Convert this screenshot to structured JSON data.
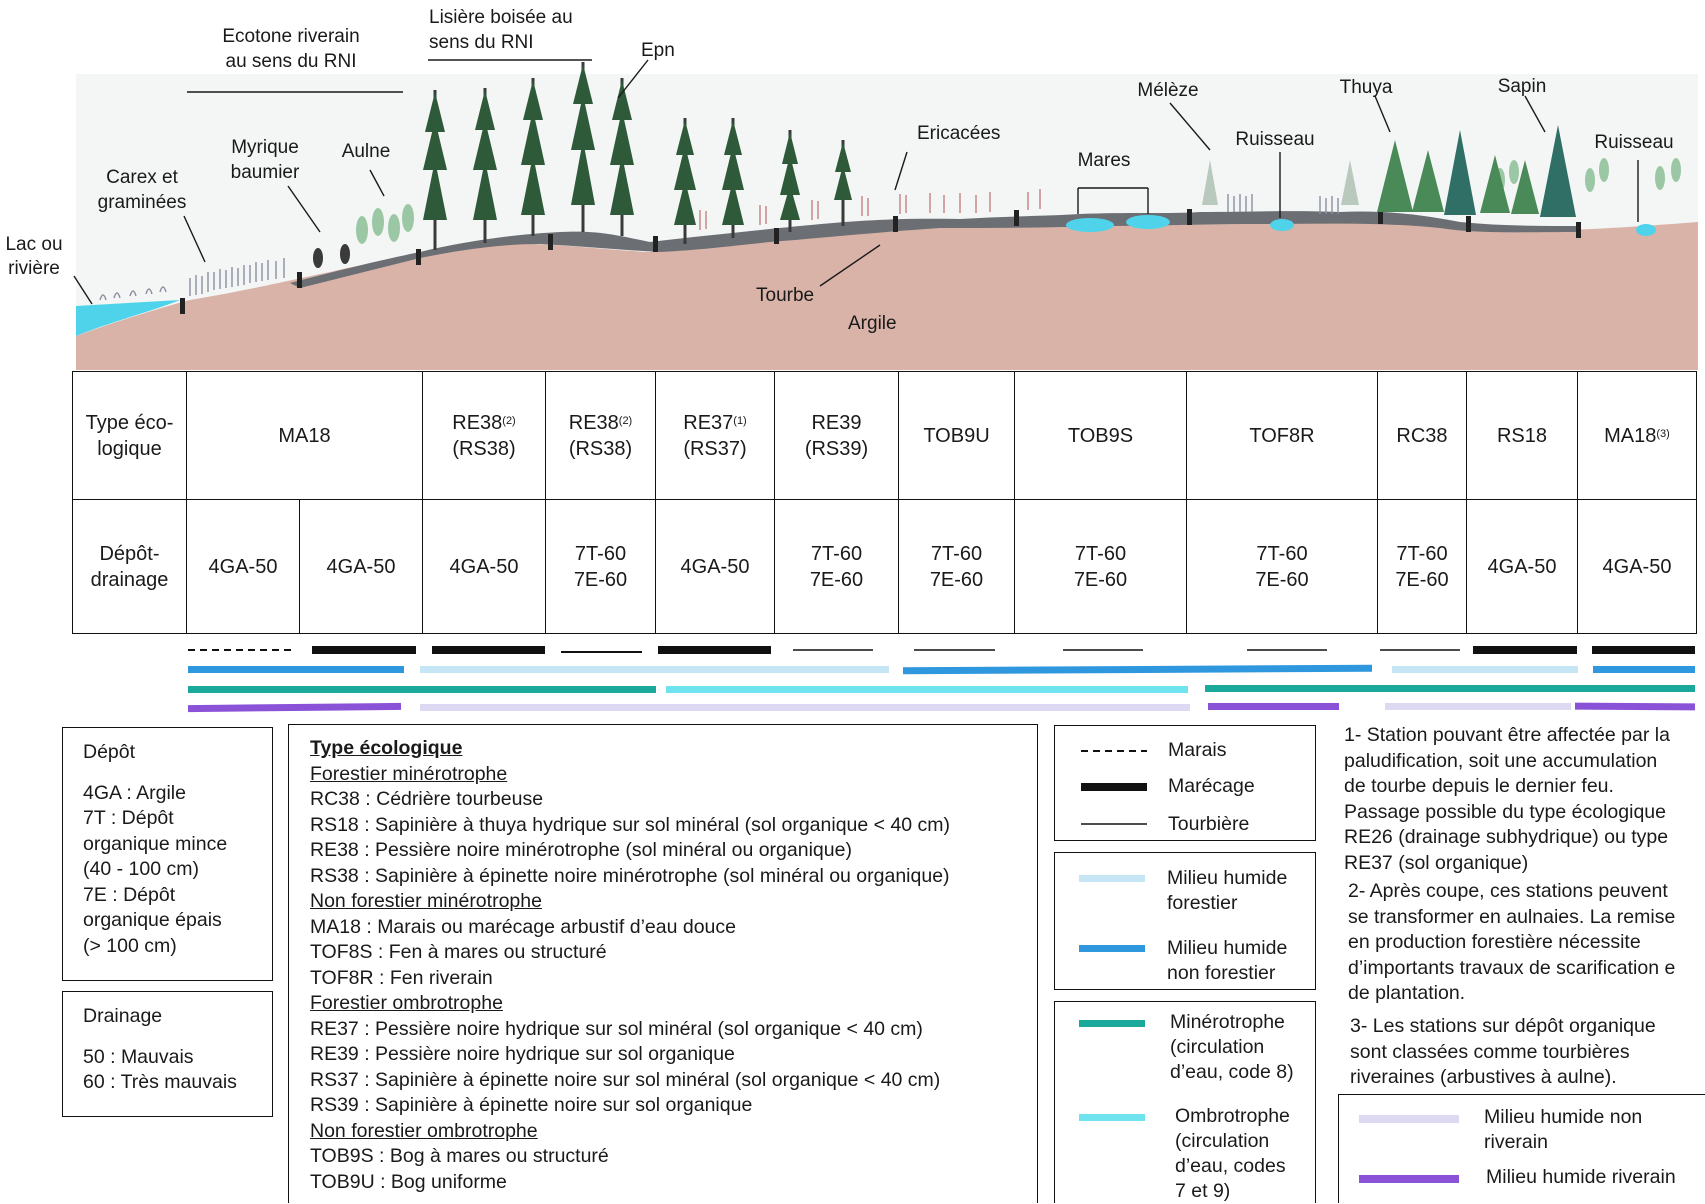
{
  "profile": {
    "labels": {
      "ecotone": [
        "Ecotone riverain",
        "au sens du RNI"
      ],
      "lisiere": [
        "Lisière boisée au",
        "sens du RNI"
      ],
      "epn": "Epn",
      "lac": [
        "Lac ou",
        "rivière"
      ],
      "carex": [
        "Carex et",
        "graminées"
      ],
      "myrique": [
        "Myrique",
        "baumier"
      ],
      "aulne": "Aulne",
      "ericacees": "Ericacées",
      "tourbe": "Tourbe",
      "argile": "Argile",
      "mares": "Mares",
      "meleze": "Mélèze",
      "ruisseau1": "Ruisseau",
      "thuya": "Thuya",
      "sapin": "Sapin",
      "ruisseau2": "Ruisseau"
    },
    "colors": {
      "clay": "#d9b3a8",
      "peat": "#6b6e73",
      "water": "#4fd3ea",
      "spruce": "#2f5a3a",
      "thuya": "#4a8a58",
      "sapin": "#2f6f66",
      "shrub": "#9cc7a4",
      "ericaceae": "#c98a8a"
    }
  },
  "table": {
    "row1_label": [
      "Type éco-",
      "logique"
    ],
    "row2_label": [
      "Dépôt-",
      "drainage"
    ],
    "types": [
      {
        "code": "MA18",
        "sup": "",
        "alt": ""
      },
      {
        "code": "RE38",
        "sup": "(2)",
        "alt": "(RS38)"
      },
      {
        "code": "RE38",
        "sup": "(2)",
        "alt": "(RS38)"
      },
      {
        "code": "RE37",
        "sup": "(1)",
        "alt": "(RS37)"
      },
      {
        "code": "RE39",
        "sup": "",
        "alt": "(RS39)"
      },
      {
        "code": "TOB9U",
        "sup": "",
        "alt": ""
      },
      {
        "code": "TOB9S",
        "sup": "",
        "alt": ""
      },
      {
        "code": "TOF8R",
        "sup": "",
        "alt": ""
      },
      {
        "code": "RC38",
        "sup": "",
        "alt": ""
      },
      {
        "code": "RS18",
        "sup": "",
        "alt": ""
      },
      {
        "code": "MA18",
        "sup": "(3)",
        "alt": ""
      }
    ],
    "deposits": [
      [
        "4GA-50"
      ],
      [
        "4GA-50"
      ],
      [
        "4GA-50"
      ],
      [
        "7T-60",
        "7E-60"
      ],
      [
        "4GA-50"
      ],
      [
        "7T-60",
        "7E-60"
      ],
      [
        "7T-60",
        "7E-60"
      ],
      [
        "7T-60",
        "7E-60"
      ],
      [
        "7T-60",
        "7E-60"
      ],
      [
        "7T-60",
        "7E-60"
      ],
      [
        "4GA-50"
      ],
      [
        "4GA-50"
      ]
    ]
  },
  "legend_depot": {
    "title": "Dépôt",
    "lines": [
      "4GA :  Argile",
      "7T : Dépôt",
      "organique mince",
      "(40 - 100 cm)",
      "7E : Dépôt",
      "organique épais",
      "(> 100 cm)"
    ]
  },
  "legend_drainage": {
    "title": "Drainage",
    "lines": [
      "50 : Mauvais",
      "60 : Très mauvais"
    ]
  },
  "legend_types": {
    "title": "Type écologique",
    "sections": [
      {
        "heading": "Forestier minérotrophe",
        "items": [
          "RC38 : Cédrière tourbeuse",
          "RS18 : Sapinière à thuya hydrique sur sol minéral (sol organique < 40 cm)",
          "RE38 : Pessière noire minérotrophe (sol minéral ou organique)",
          "RS38 : Sapinière à épinette noire minérotrophe (sol minéral ou organique)"
        ]
      },
      {
        "heading": "Non forestier minérotrophe",
        "items": [
          "MA18 : Marais ou marécage arbustif d’eau douce",
          "TOF8S : Fen à mares ou structuré",
          "TOF8R :  Fen riverain"
        ]
      },
      {
        "heading": "Forestier ombrotrophe",
        "items": [
          "RE37 : Pessière noire hydrique sur sol minéral (sol organique < 40 cm)",
          "RE39 : Pessière noire hydrique sur sol organique",
          "RS37 : Sapinière à épinette noire sur sol minéral (sol organique < 40 cm)",
          "RS39 : Sapinière à épinette noire sur sol organique"
        ]
      },
      {
        "heading": "Non forestier ombrotrophe",
        "items": [
          "TOB9S : Bog à mares ou structuré",
          "TOB9U : Bog uniforme"
        ]
      }
    ]
  },
  "legend_wetland_kind": [
    {
      "label": "Marais",
      "style": "dashed",
      "color": "#111111"
    },
    {
      "label": "Marécage",
      "style": "thick",
      "color": "#111111"
    },
    {
      "label": "Tourbière",
      "style": "thin",
      "color": "#111111"
    }
  ],
  "legend_forest": [
    {
      "label": [
        "Milieu humide",
        "forestier"
      ],
      "color": "#c6e6f5"
    },
    {
      "label": [
        "Milieu humide",
        "non forestier"
      ],
      "color": "#2f97de"
    }
  ],
  "legend_trophic": [
    {
      "label": [
        "Minérotrophe",
        "(circulation",
        "d’eau, code 8)"
      ],
      "color": "#1aa99a"
    },
    {
      "label": [
        "Ombrotrophe",
        "(circulation",
        "d’eau, codes",
        "7 et 9)"
      ],
      "color": "#6fe3ee"
    }
  ],
  "legend_riverine": [
    {
      "label": [
        "Milieu humide non",
        "riverain"
      ],
      "color": "#ddd9f2"
    },
    {
      "label": [
        "Milieu humide riverain"
      ],
      "color": "#8a52d6"
    }
  ],
  "notes": [
    [
      "1- Station pouvant être affectée par la",
      "paludification, soit une accumulation",
      "de tourbe depuis le dernier feu.",
      "Passage possible du type écologique",
      "RE26 (drainage subhydrique) ou type",
      "RE37 (sol organique)"
    ],
    [
      "2- Après coupe, ces stations peuvent",
      "se transformer en aulnaies. La remise",
      "en production forestière nécessite",
      "d’importants travaux de scarification e",
      "de plantation."
    ],
    [
      "3- Les stations sur dépôt organique",
      "sont classées comme tourbières",
      "riveraines (arbustives à aulne)."
    ]
  ]
}
